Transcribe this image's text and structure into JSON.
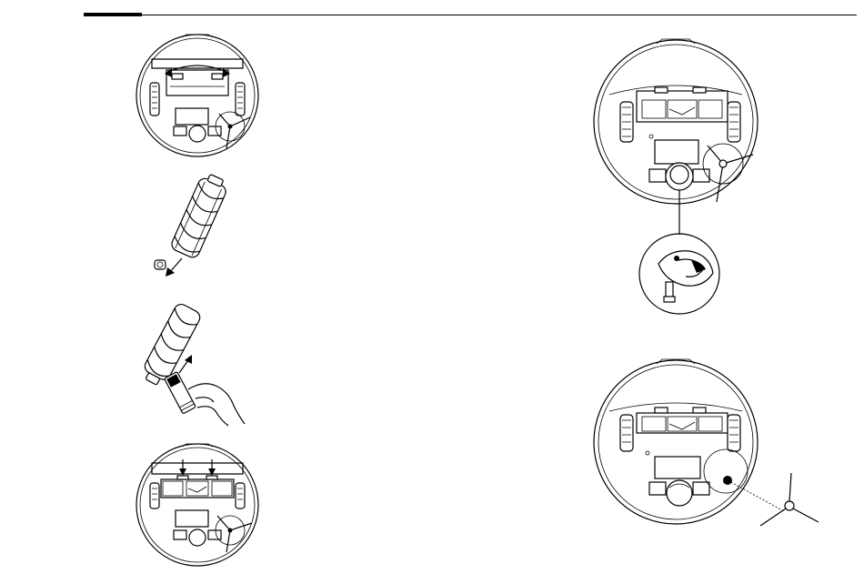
{
  "page": {
    "header_rule": "",
    "illustrations": [
      {
        "name": "robot-bottom-remove-brush-guard",
        "caption": ""
      },
      {
        "name": "main-brush-remove-end-cap",
        "caption": ""
      },
      {
        "name": "main-brush-cleaning-tool",
        "caption": ""
      },
      {
        "name": "robot-bottom-install-brush-guard",
        "caption": ""
      },
      {
        "name": "robot-bottom-caster-wheel",
        "caption": ""
      },
      {
        "name": "robot-bottom-side-brush",
        "caption": ""
      }
    ]
  },
  "icons": [
    "arrow-icon",
    "hand-icon",
    "side-brush-icon",
    "caster-wheel-icon"
  ]
}
